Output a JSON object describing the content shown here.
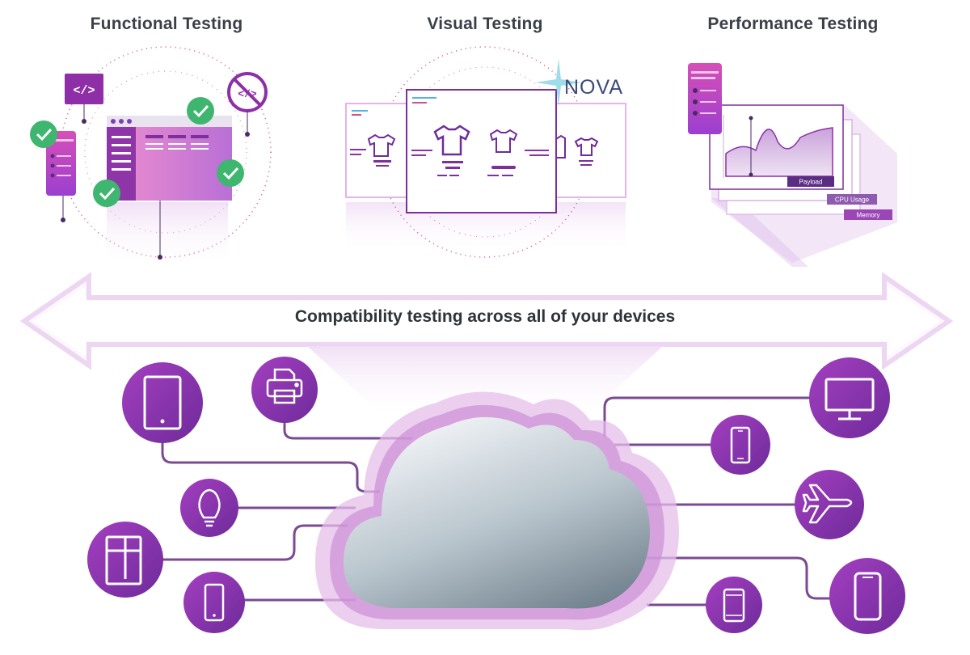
{
  "sections": {
    "functional": "Functional Testing",
    "visual": "Visual Testing",
    "performance": "Performance Testing"
  },
  "banner": "Compatibility testing across all of your devices",
  "brand": "NOVA",
  "performance_chips": {
    "payload": "Payload",
    "cpu": "CPU Usage",
    "memory": "Memory"
  },
  "devices_left": [
    "tablet-icon",
    "printer-icon",
    "lightbulb-icon",
    "refrigerator-icon",
    "smartphone-icon"
  ],
  "devices_right": [
    "monitor-icon",
    "smartphone-icon",
    "airplane-icon",
    "smartphone-icon",
    "smartphone-icon"
  ],
  "colors": {
    "accent": "#8e2fa8",
    "accent_light": "#c873d6",
    "check": "#3fb66f",
    "line": "#7a4a93",
    "heading": "#3b3f47"
  }
}
